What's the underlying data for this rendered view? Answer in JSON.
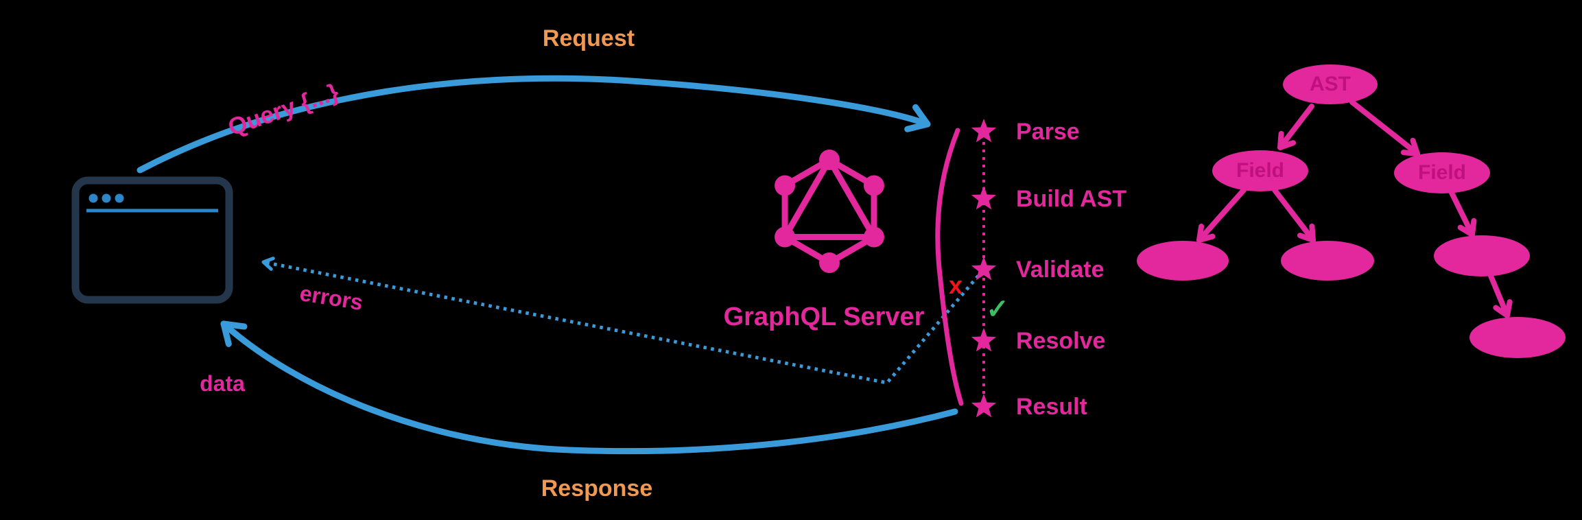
{
  "canvas": {
    "background": "#000000"
  },
  "colors": {
    "pink": "#E2289C",
    "pink_dark_label": "#C0107F",
    "blue": "#3A9BDB",
    "browser_accent_blue": "#2E86C9",
    "browser_outline_navy": "#24364B",
    "orange": "#F09952",
    "fail_red": "#F41414",
    "pass_green": "#3CBE68"
  },
  "client": {
    "icon": "browser-window-icon"
  },
  "flow_labels": {
    "request": "Request",
    "query": "Query {...}",
    "response": "Response",
    "errors": "errors",
    "data": "data"
  },
  "server": {
    "label": "GraphQL Server",
    "icon": "graphql-logo-icon"
  },
  "pipeline": {
    "step_icon": "star-icon",
    "steps": [
      "Parse",
      "Build AST",
      "Validate",
      "Resolve",
      "Result"
    ],
    "validate_fail_marker": "x",
    "validate_pass_marker": "✓"
  },
  "ast_tree": {
    "nodes": [
      {
        "label": "AST"
      },
      {
        "label": "Field"
      },
      {
        "label": "Field"
      },
      {
        "label": ""
      },
      {
        "label": ""
      },
      {
        "label": ""
      },
      {
        "label": ""
      }
    ],
    "edges": [
      [
        "0",
        "1"
      ],
      [
        "0",
        "2"
      ],
      [
        "1",
        "3"
      ],
      [
        "1",
        "4"
      ],
      [
        "2",
        "5"
      ],
      [
        "5",
        "6"
      ]
    ]
  }
}
